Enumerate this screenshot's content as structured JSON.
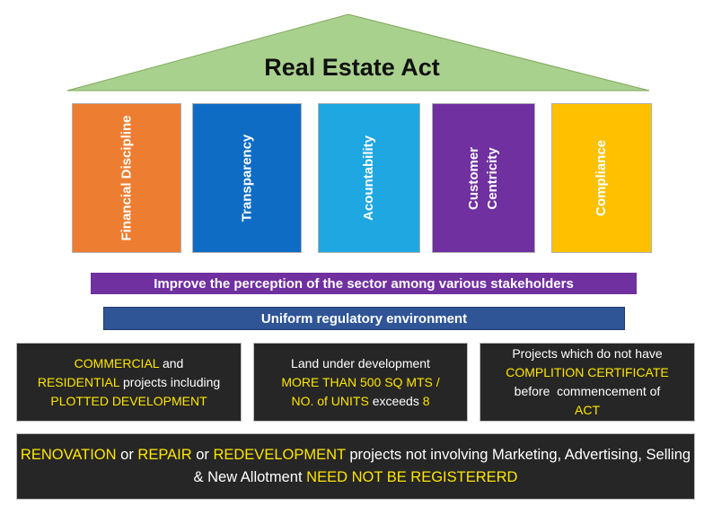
{
  "title": "Real Estate Act",
  "colors": {
    "roof": "#a9d18e",
    "financial": "#ed7d31",
    "transparency": "#0f6cc4",
    "accountability": "#1ea7e1",
    "customer": "#7030a0",
    "compliance": "#ffc000",
    "purple_bar": "#7030a0",
    "blue_bar": "#2f5597",
    "dark_box": "#262626",
    "highlight": "#ffe600"
  },
  "pillars": [
    {
      "label": "Financial Discipline"
    },
    {
      "label": "Transparency"
    },
    {
      "label": "Acountability"
    },
    {
      "label": "Customer\nCentricity"
    },
    {
      "label": "Compliance"
    }
  ],
  "bars": {
    "perception": "Improve the perception of the sector among various stakeholders",
    "regulatory": "Uniform regulatory environment"
  },
  "boxes": {
    "box1": {
      "commercial": "COMMERCIAL",
      "and": " and",
      "residential": "RESIDENTIAL",
      "projects_including": "  projects including",
      "plotted": "PLOTTED DEVELOPMENT"
    },
    "box2": {
      "land": "Land under development",
      "more_than": "MORE THAN 500 SQ MTS /",
      "no_of_units": "NO. of UNITS",
      "exceeds": " exceeds ",
      "eight": "8"
    },
    "box3": {
      "projects": "Projects which do not have",
      "certificate": "COMPLITION CERTIFICATE",
      "before": "before  commencement of",
      "act": "ACT"
    }
  },
  "bottom": {
    "renovation": "RENOVATION",
    "or1": " or ",
    "repair": "REPAIR",
    "or2": " or ",
    "redevelopment": "REDEVELOPMENT",
    "rest": " projects not involving Marketing, Advertising, Selling & New Allotment ",
    "need": "NEED NOT BE REGISTERERD"
  }
}
